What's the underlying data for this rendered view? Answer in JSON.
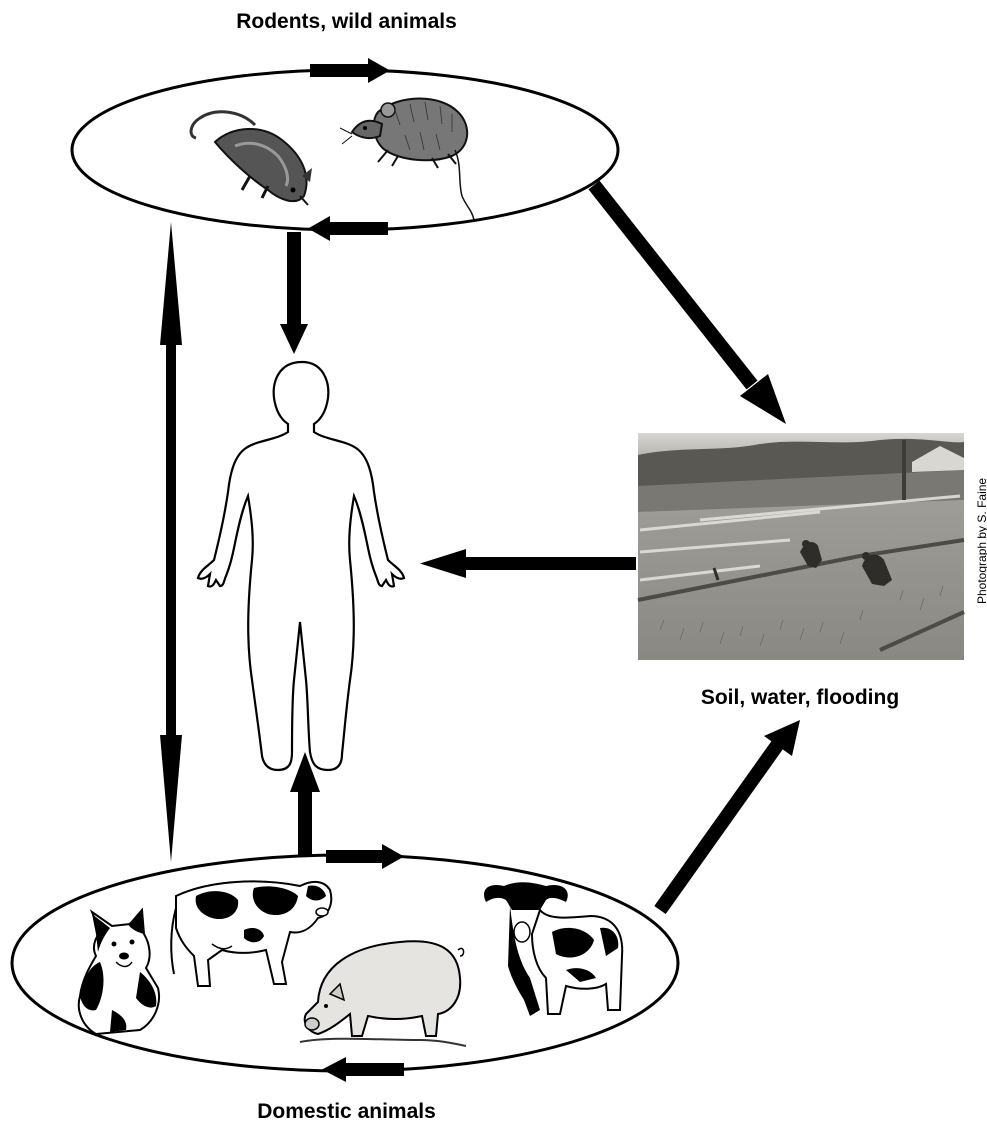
{
  "nodes": {
    "rodents": {
      "label": "Rodents, wild animals"
    },
    "environment": {
      "label": "Soil, water, flooding"
    },
    "domestic": {
      "label": "Domestic animals"
    }
  },
  "photo_credit": "Photograph by S. Faine",
  "icons": [
    "opossum-icon",
    "rat-icon",
    "human-outline-icon",
    "rice-paddy-photo",
    "dog-icon",
    "cow-icon",
    "pig-icon",
    "buffalo-icon"
  ],
  "colors": {
    "ink": "#000000",
    "background": "#ffffff",
    "photo_tone": "#8c8a83"
  }
}
